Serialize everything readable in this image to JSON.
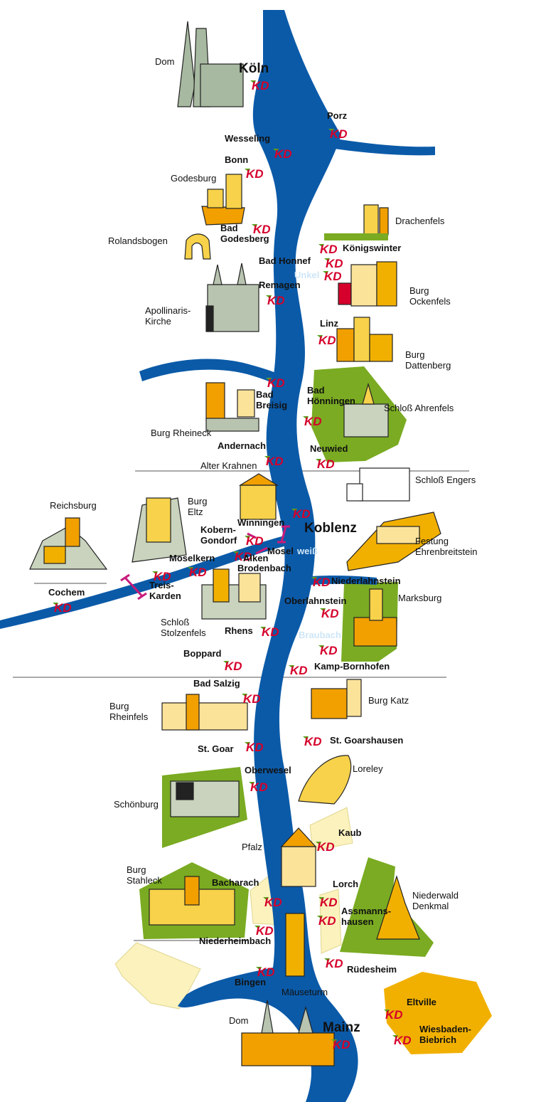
{
  "colors": {
    "river": "#0b5aa8",
    "forest": "#7aab22",
    "vineyard": "#fbf2bd",
    "orange_area": "#f1b000",
    "kd_red": "#d5002b",
    "kd_green": "#5aa21e",
    "ferry": "#c81a7a"
  },
  "icons": {
    "kd": "kd-logo-icon",
    "ferry": "ferry-route-icon"
  },
  "kd_logo": {
    "text": "KD"
  },
  "labels": {
    "dom_koeln": "Dom",
    "koeln": "Köln",
    "porz": "Porz",
    "wesseling": "Wesseling",
    "bonn": "Bonn",
    "godesburg": "Godesburg",
    "bad_godesberg": "Bad Godesberg",
    "drachenfels": "Drachenfels",
    "rolandsbogen": "Rolandsbogen",
    "koenigswinter": "Königswinter",
    "bad_honnef": "Bad Honnef",
    "unkel": "Unkel",
    "remagen": "Remagen",
    "burg_ockenfels": "Burg Ockenfels",
    "apollinaris": "Apollinaris-Kirche",
    "linz": "Linz",
    "burg_dattenberg": "Burg Dattenberg",
    "bad_breisig": "Bad Breisig",
    "bad_hoenningen": "Bad Hönningen",
    "schloss_ahrenfels": "Schloß Ahrenfels",
    "burg_rheineck": "Burg Rheineck",
    "andernach": "Andernach",
    "neuwied": "Neuwied",
    "alter_krahnen": "Alter Krahnen",
    "schloss_engers": "Schloß Engers",
    "reichsburg": "Reichsburg",
    "burg_eltz": "Burg Eltz",
    "winningen": "Winningen",
    "koblenz": "Koblenz",
    "kobern_gondorf": "Kobern-Gondorf",
    "festung": "Festung Ehrenbreitstein",
    "moselkern": "Moselkern",
    "alken": "Alken",
    "mosel": "Mosel",
    "weiss": "weiß",
    "brodenbach": "Brodenbach",
    "cochem": "Cochem",
    "treis_karden": "Treis-Karden",
    "niederlahnstein": "Niederlahnstein",
    "marksburg": "Marksburg",
    "oberlahnstein": "Oberlahnstein",
    "schloss_stolzenfels": "Schloß Stolzenfels",
    "rhens": "Rhens",
    "braubach": "Braubach",
    "boppard": "Boppard",
    "kamp_bornhofen": "Kamp-Bornhofen",
    "bad_salzig": "Bad Salzig",
    "burg_katz": "Burg Katz",
    "burg_rheinfels": "Burg Rheinfels",
    "st_goar": "St. Goar",
    "st_goarshausen": "St. Goarshausen",
    "loreley": "Loreley",
    "oberwesel": "Oberwesel",
    "schoenburg": "Schönburg",
    "kaub": "Kaub",
    "pfalz": "Pfalz",
    "burg_stahleck": "Burg Stahleck",
    "bacharach": "Bacharach",
    "lorch": "Lorch",
    "niederwald": "Niederwald Denkmal",
    "assmannshausen": "Assmanns-hausen",
    "niederheimbach": "Niederheimbach",
    "ruedesheim": "Rüdesheim",
    "bingen": "Bingen",
    "maeuseturm": "Mäuseturm",
    "eltville": "Eltville",
    "dom_mainz": "Dom",
    "mainz": "Mainz",
    "wiesbaden": "Wiesbaden-Biebrich"
  }
}
